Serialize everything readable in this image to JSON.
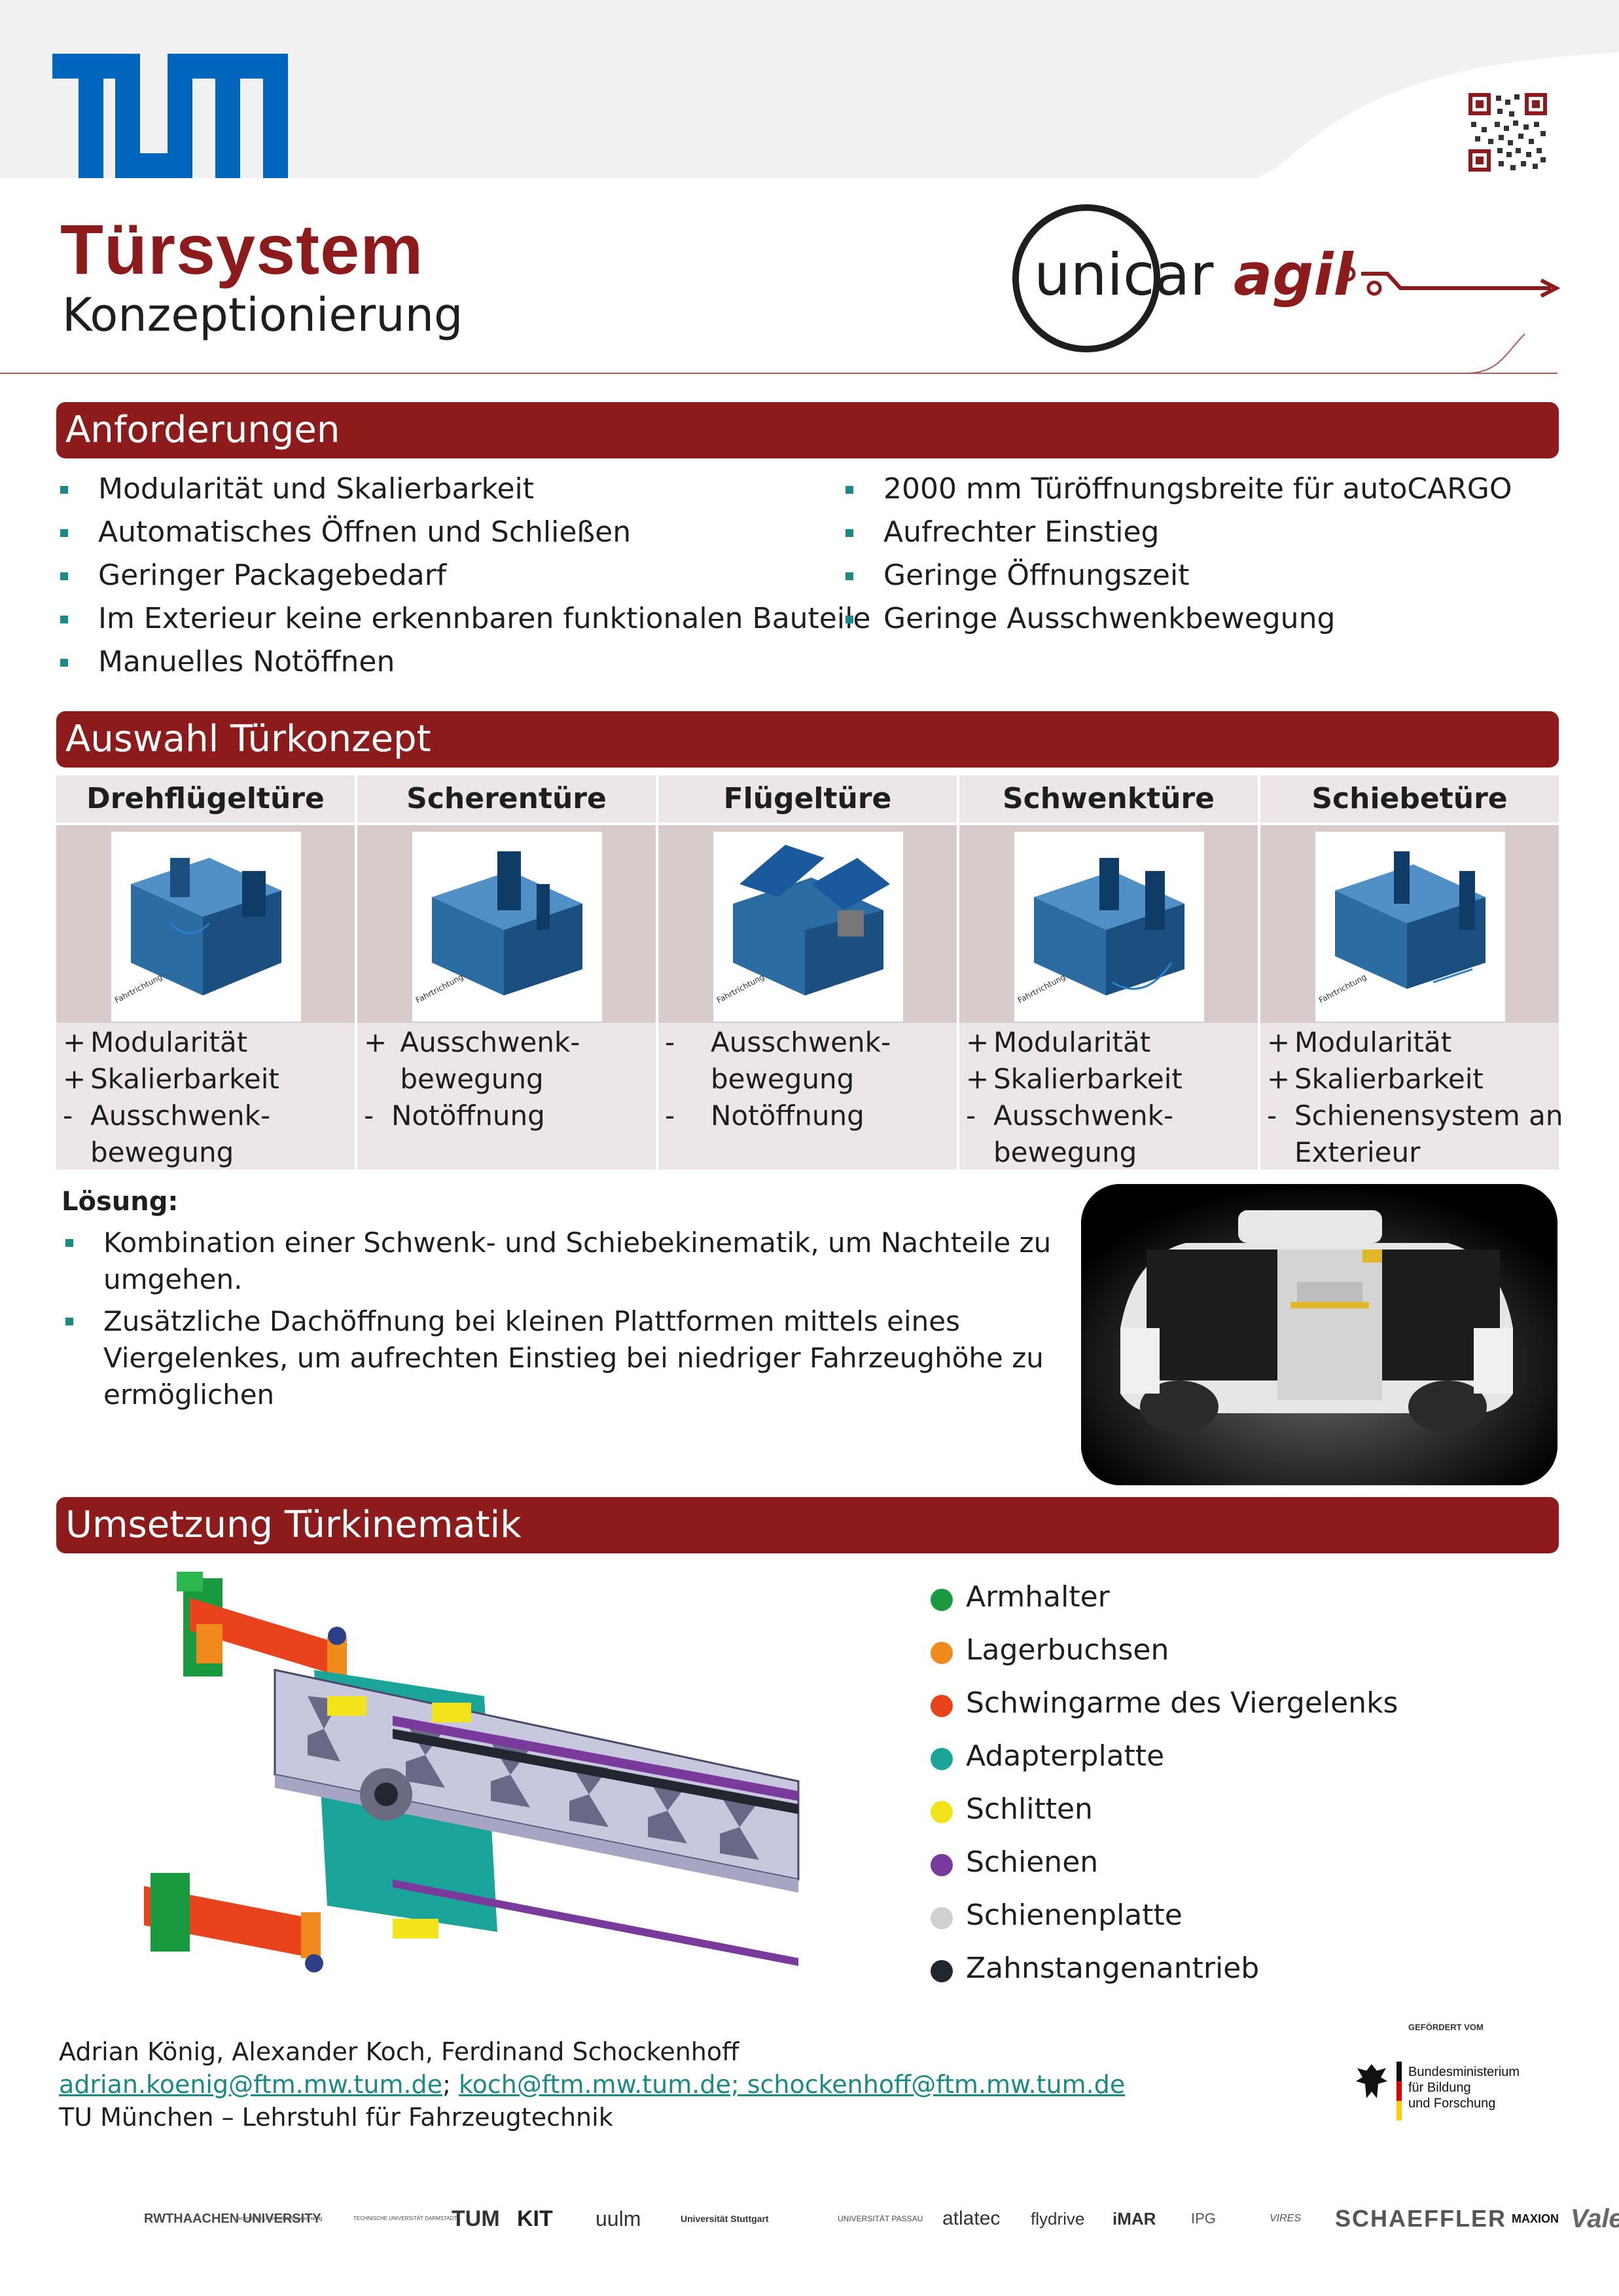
{
  "header": {
    "title": "Türsystem",
    "subtitle": "Konzeptionierung",
    "unicar_logo_text": "unicaragil"
  },
  "requirements": {
    "heading": "Anforderungen",
    "left": [
      "Modularität und Skalierbarkeit",
      "Automatisches Öffnen und Schließen",
      "Geringer Packagebedarf",
      "Im Exterieur keine erkennbaren funktionalen Bauteile",
      "Manuelles Notöffnen"
    ],
    "right": [
      "2000 mm Türöffnungsbreite für autoCARGO",
      "Aufrechter Einstieg",
      "Geringe Öffnungszeit",
      "Geringe Ausschwenkbewegung"
    ]
  },
  "concepts": {
    "heading": "Auswahl Türkonzept",
    "columns": [
      {
        "name": "Drehflügeltüre",
        "rows": [
          {
            "sign": "+",
            "text": "Modularität"
          },
          {
            "sign": "+",
            "text": "Skalierbarkeit"
          },
          {
            "sign": "-",
            "text": "Ausschwenk-"
          },
          {
            "sign": "",
            "text": "bewegung"
          }
        ]
      },
      {
        "name": "Scherentüre",
        "rows": [
          {
            "sign": "+",
            "text": " Ausschwenk-"
          },
          {
            "sign": "",
            "text": " bewegung"
          },
          {
            "sign": "-",
            "text": "Notöffnung"
          }
        ]
      },
      {
        "name": "Flügeltüre",
        "rows": [
          {
            "sign": "-",
            "text": "Ausschwenk-"
          },
          {
            "sign": "",
            "text": "bewegung"
          },
          {
            "sign": "-",
            "text": "Notöffnung"
          }
        ]
      },
      {
        "name": "Schwenktüre",
        "rows": [
          {
            "sign": "+",
            "text": "Modularität"
          },
          {
            "sign": "+",
            "text": "Skalierbarkeit"
          },
          {
            "sign": "-",
            "text": "Ausschwenk-"
          },
          {
            "sign": "",
            "text": "bewegung"
          }
        ]
      },
      {
        "name": "Schiebetüre",
        "rows": [
          {
            "sign": "+",
            "text": "Modularität"
          },
          {
            "sign": "+",
            "text": "Skalierbarkeit"
          },
          {
            "sign": "-",
            "text": "Schienensystem an"
          },
          {
            "sign": "",
            "text": "Exterieur"
          }
        ]
      }
    ],
    "cad_label": "Fahrtrichtung"
  },
  "solution": {
    "label": "Lösung:",
    "items": [
      "Kombination einer Schwenk- und Schiebekinematik, um Nachteile zu umgehen.",
      "Zusätzliche Dachöffnung bei kleinen Plattformen mittels eines Viergelenkes, um aufrechten Einstieg bei niedriger Fahrzeughöhe zu ermöglichen"
    ]
  },
  "kinematics": {
    "heading": "Umsetzung Türkinematik",
    "legend": [
      {
        "label": "Armhalter",
        "color": "#1a9a3e"
      },
      {
        "label": "Lagerbuchsen",
        "color": "#f08a1c"
      },
      {
        "label": "Schwingarme des Viergelenks",
        "color": "#e8431c"
      },
      {
        "label": "Adapterplatte",
        "color": "#1ba59a"
      },
      {
        "label": "Schlitten",
        "color": "#f2e31a"
      },
      {
        "label": "Schienen",
        "color": "#7a3a9c"
      },
      {
        "label": "Schienenplatte",
        "color": "#d0d0d0"
      },
      {
        "label": "Zahnstangenantrieb",
        "color": "#22262e"
      }
    ]
  },
  "footer": {
    "authors": "Adrian König, Alexander Koch, Ferdinand Schockenhoff",
    "email_1": "adrian.koenig@ftm.mw.tum.de",
    "email_sep": ";",
    "email_2": "koch@ftm.mw.tum.de; schockenhoff@ftm.mw.tum.de",
    "institute": "TU München – Lehrstuhl für Fahrzeugtechnik",
    "funding_label": "GEFÖRDERT VOM",
    "funding_line_1": "Bundesministerium",
    "funding_line_2": "für Bildung",
    "funding_line_3": "und Forschung",
    "partners": [
      "RWTHAACHEN UNIVERSITY",
      "Technische Universität Braunschweig",
      "TECHNISCHE UNIVERSITÄT DARMSTADT",
      "TUM",
      "KIT",
      "uulm",
      "Universität Stuttgart",
      "UNIVERSITÄT PASSAU",
      "atlatec",
      "flydrive",
      "iMAR",
      "IPG",
      "VIRES",
      "SCHAEFFLER",
      "MAXION",
      "Valeo"
    ]
  }
}
